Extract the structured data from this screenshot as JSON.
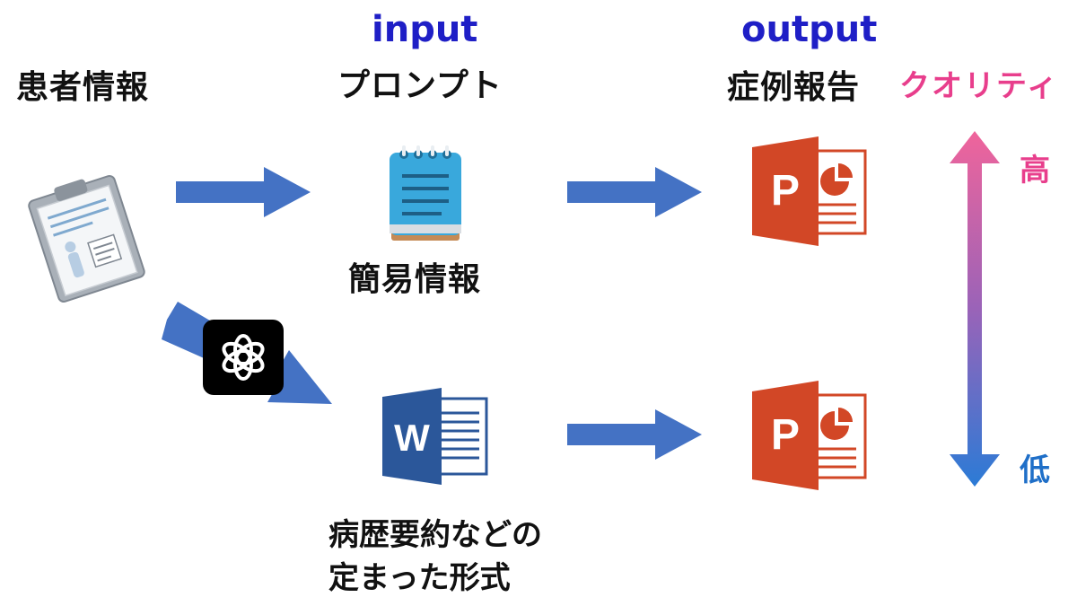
{
  "labels": {
    "patient_info": "患者情報",
    "input_heading": "input",
    "prompt": "プロンプト",
    "output_heading": "output",
    "case_report": "症例報告",
    "quality": "クオリティ",
    "high": "高",
    "low": "低",
    "simple_info": "簡易情報",
    "format_line1": "病歴要約などの",
    "format_line2": "定まった形式"
  },
  "icons": {
    "patient": "medical-record-clipboard-icon",
    "notepad": "notepad-icon",
    "ai": "openai-logo-icon",
    "word": "word-document-icon",
    "powerpoint": "powerpoint-icon"
  },
  "colors": {
    "arrow": "#4472c4",
    "heading_blue": "#1f1fc6",
    "quality_pink": "#e83e8c",
    "ppt_orange": "#d24726",
    "word_blue": "#2b579a",
    "gradient_top": "#f0649b",
    "gradient_bottom": "#2b7bd6"
  }
}
